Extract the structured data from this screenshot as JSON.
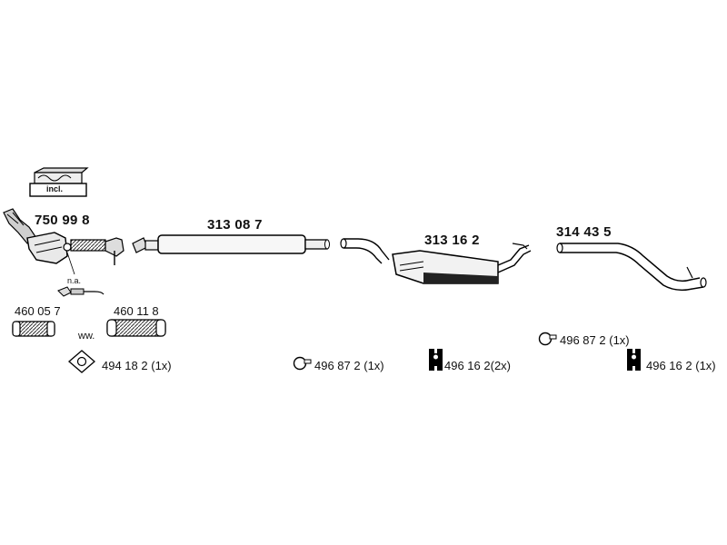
{
  "kit": {
    "box_label": "incl."
  },
  "parts": {
    "catalytic_converter": {
      "number": "750 99 8"
    },
    "sensor_note": "n.a.",
    "middle_pipe": {
      "number": "313 08 7"
    },
    "centre_silencer": {
      "number": "313 16 2"
    },
    "rear_pipe": {
      "number": "314 43 5"
    },
    "flex_pipe_a": {
      "number": "460 05 7"
    },
    "flex_pipe_b": {
      "number": "460 11 8"
    },
    "alternative_note": "ww.",
    "gasket": {
      "number": "494 18 2",
      "qty": "(1x)"
    },
    "clamp_1": {
      "number": "496 87 2",
      "qty": "(1x)"
    },
    "hanger_1": {
      "number": "496 16 2",
      "qty": "(2x)"
    },
    "clamp_2": {
      "number": "496 87 2",
      "qty": "(1x)"
    },
    "hanger_2": {
      "number": "496 16 2",
      "qty": "(1x)"
    }
  }
}
